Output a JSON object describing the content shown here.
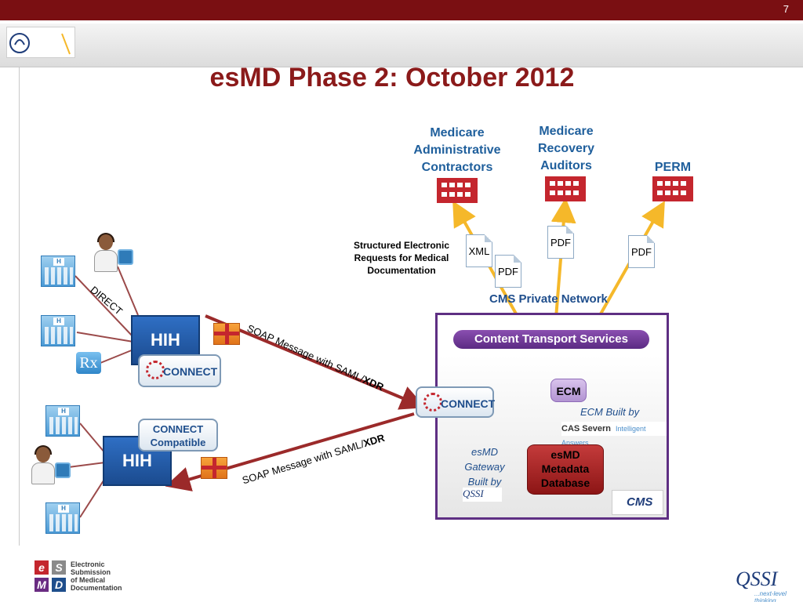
{
  "slide": {
    "number": "7",
    "title": "esMD Phase 2: October 2012"
  },
  "agencies": [
    {
      "label": "Medicare Administrative Contractors"
    },
    {
      "label": "Medicare Recovery Auditors"
    },
    {
      "label": "PERM"
    }
  ],
  "documents": {
    "xml": "XML",
    "pdf": "PDF"
  },
  "structured_requests": "Structured Electronic Requests for Medical Documentation",
  "network": {
    "label": "CMS Private Network",
    "cts": "Content Transport Services",
    "ecm": "ECM",
    "ecm_built_by": "ECM Built by",
    "cas_logo": "CAS Severn",
    "cas_tagline": "Intelligent Answers.",
    "db": "esMD Metadata Database",
    "gateway_built_by": "esMD Gateway Built by",
    "qssi_small": "QSSI",
    "cms_small": "CMS"
  },
  "connect": {
    "label": "CONNECT",
    "compatible": "CONNECT Compatible"
  },
  "hih": "HIH",
  "direct": "DIRECT",
  "rx": "Rx",
  "soap": {
    "prefix": "SOAP Message with SAML/",
    "bold": "XDR"
  },
  "footer": {
    "esmd_letters": [
      "e",
      "S",
      "M",
      "D"
    ],
    "esmd_lines": [
      "Electronic",
      "Submission",
      "of Medical",
      "Documentation"
    ],
    "qssi": "QSSI",
    "qssi_tag": "...next-level thinking"
  },
  "colors": {
    "brand_red": "#7a0f12",
    "title_red": "#8b1a1a",
    "network_purple": "#5e2f83",
    "arrow_yellow": "#f5b82a",
    "arrow_red": "#9b2a2a",
    "arrow_purple": "#6a3a9a",
    "label_blue": "#1f5f9c"
  }
}
